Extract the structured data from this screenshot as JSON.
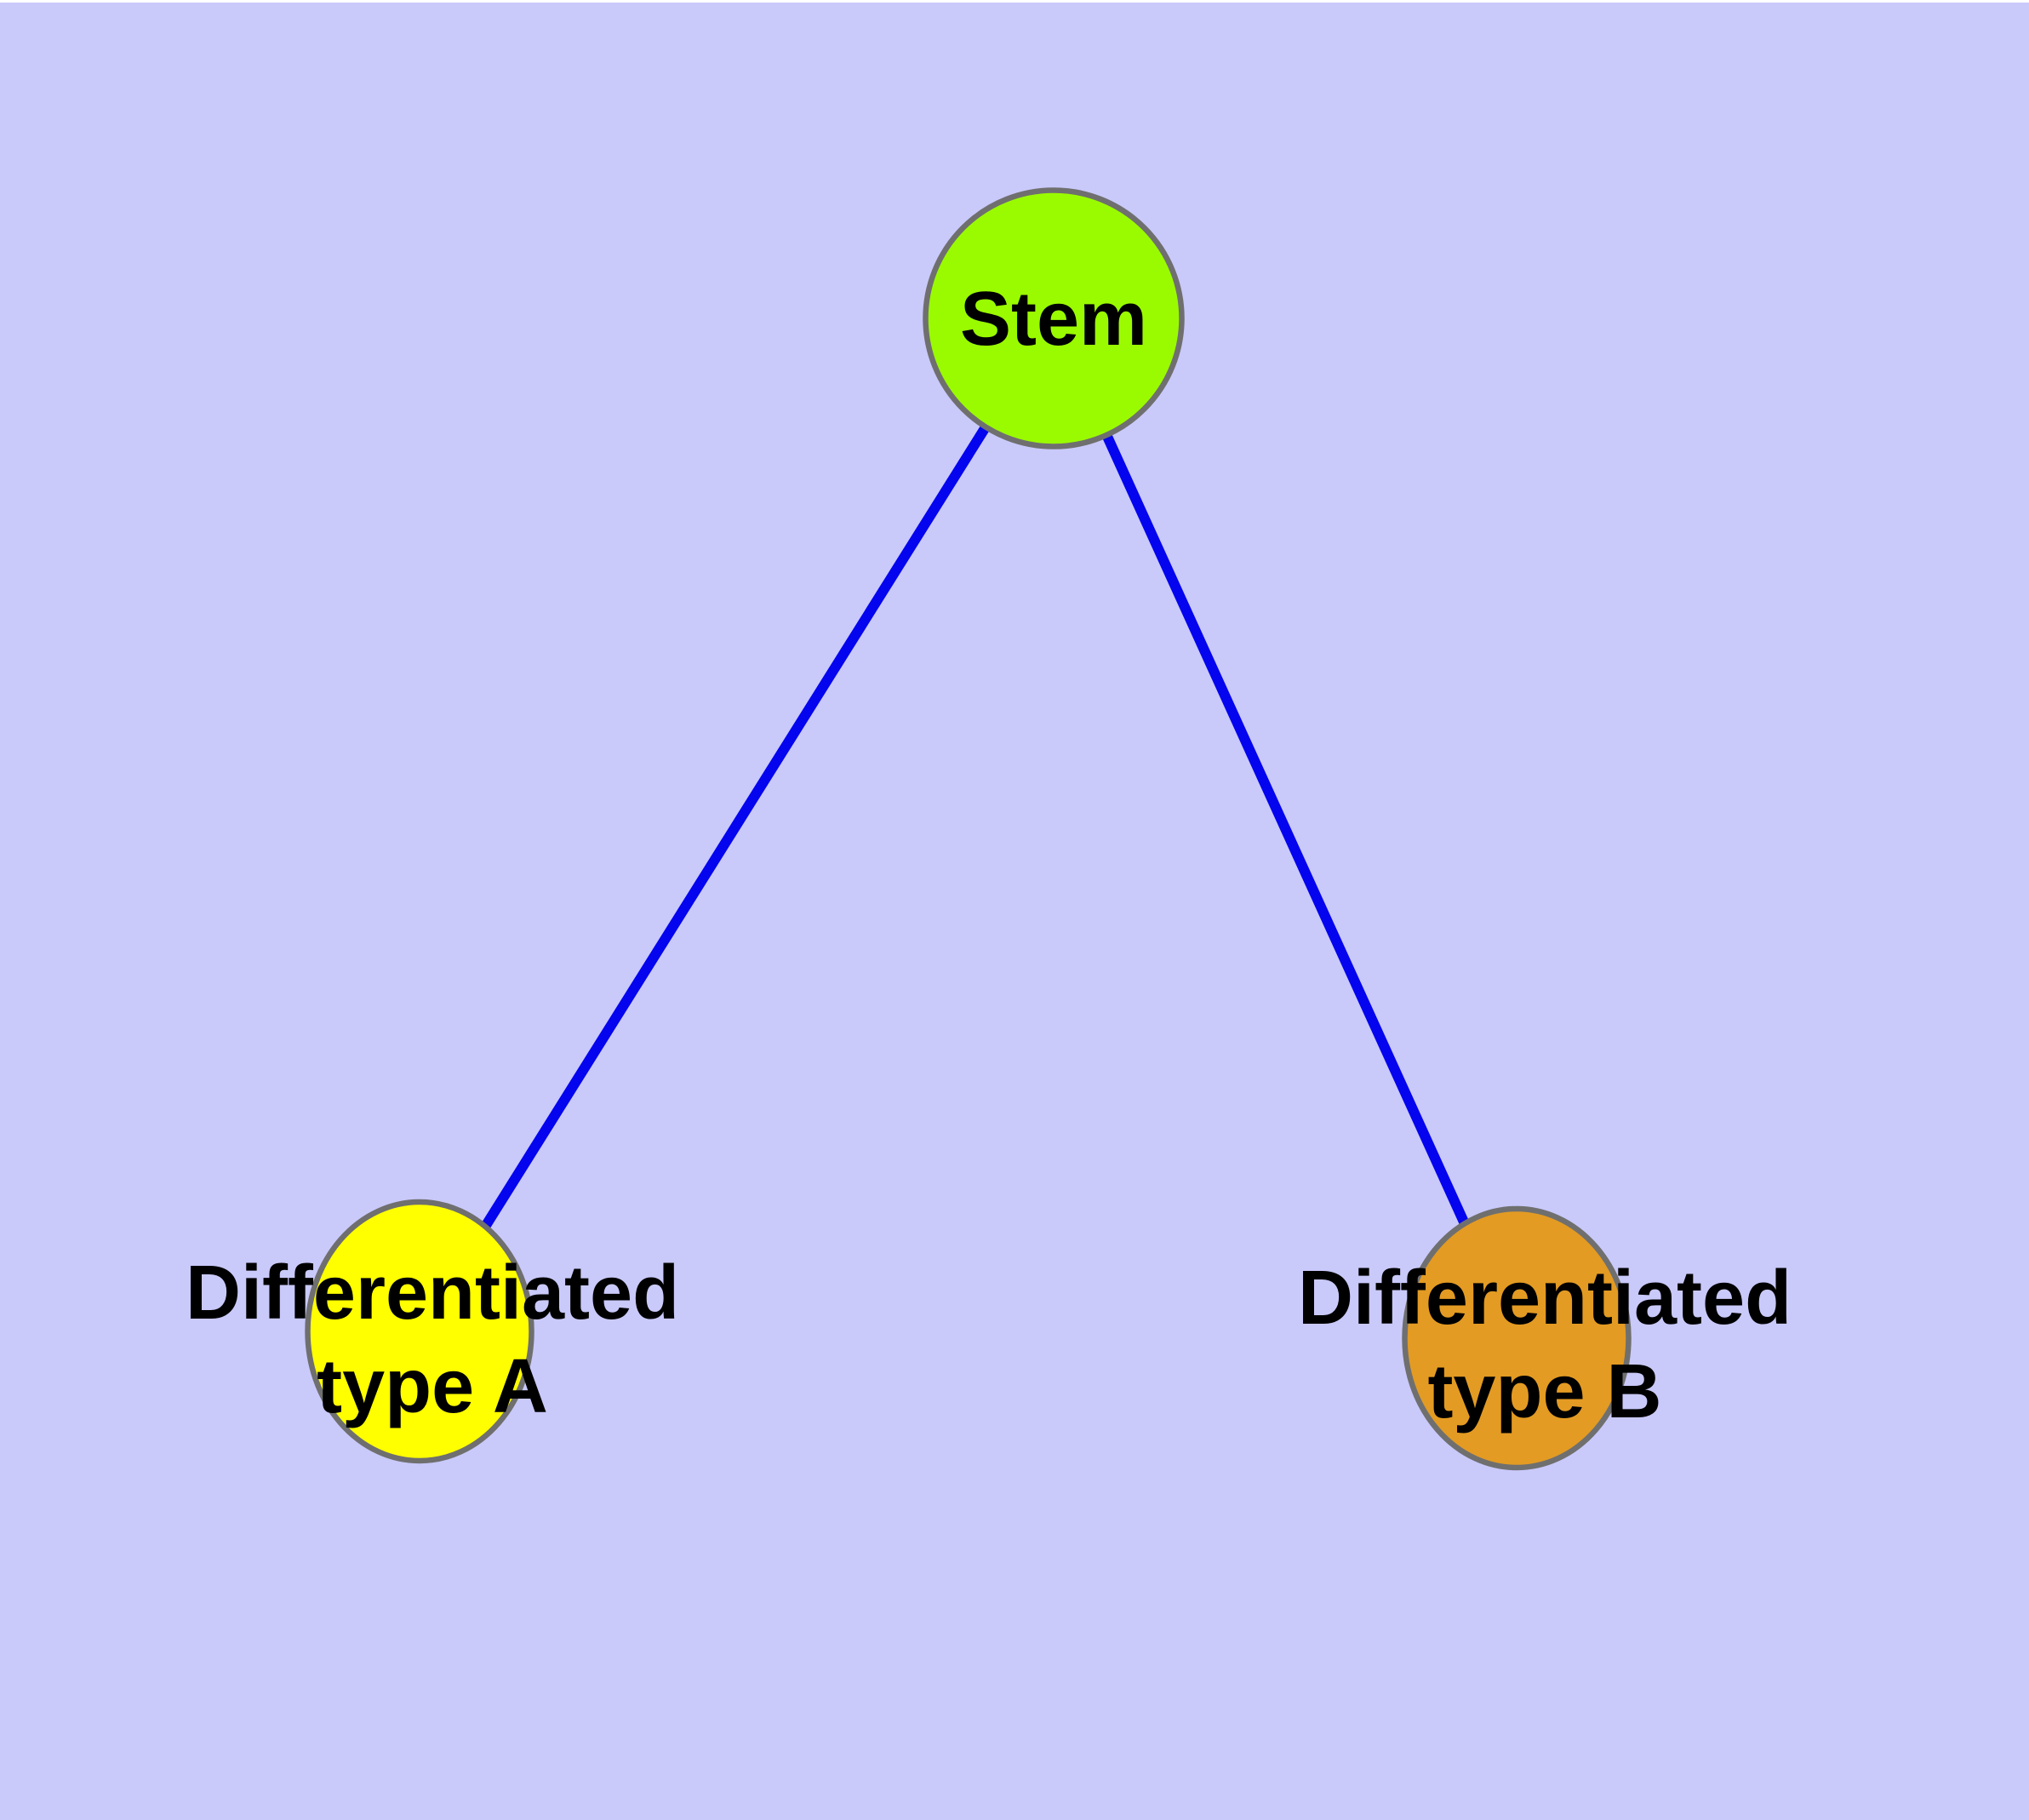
{
  "diagram": {
    "type": "node-link-graph",
    "nodes": {
      "stem": {
        "label": "Stem",
        "fill": "#9afb00",
        "stroke": "#6f6f6f",
        "shape": "circle"
      },
      "type_a": {
        "label": "Differentiated\ntype A",
        "fill": "#ffff00",
        "stroke": "#6f6f6f",
        "shape": "ellipse"
      },
      "type_b": {
        "label": "Differentiated\ntype B",
        "fill": "#e39b23",
        "stroke": "#6f6f6f",
        "shape": "ellipse"
      }
    },
    "edges": [
      {
        "from": "stem",
        "to": "type_a",
        "color": "#0404ee"
      },
      {
        "from": "stem",
        "to": "type_b",
        "color": "#0404ee"
      }
    ],
    "colors": {
      "background": "#c9c9fa",
      "edge_blue": "#0404ee",
      "node_outline_gray": "#6f6f6f",
      "label_text": "#000000"
    }
  }
}
